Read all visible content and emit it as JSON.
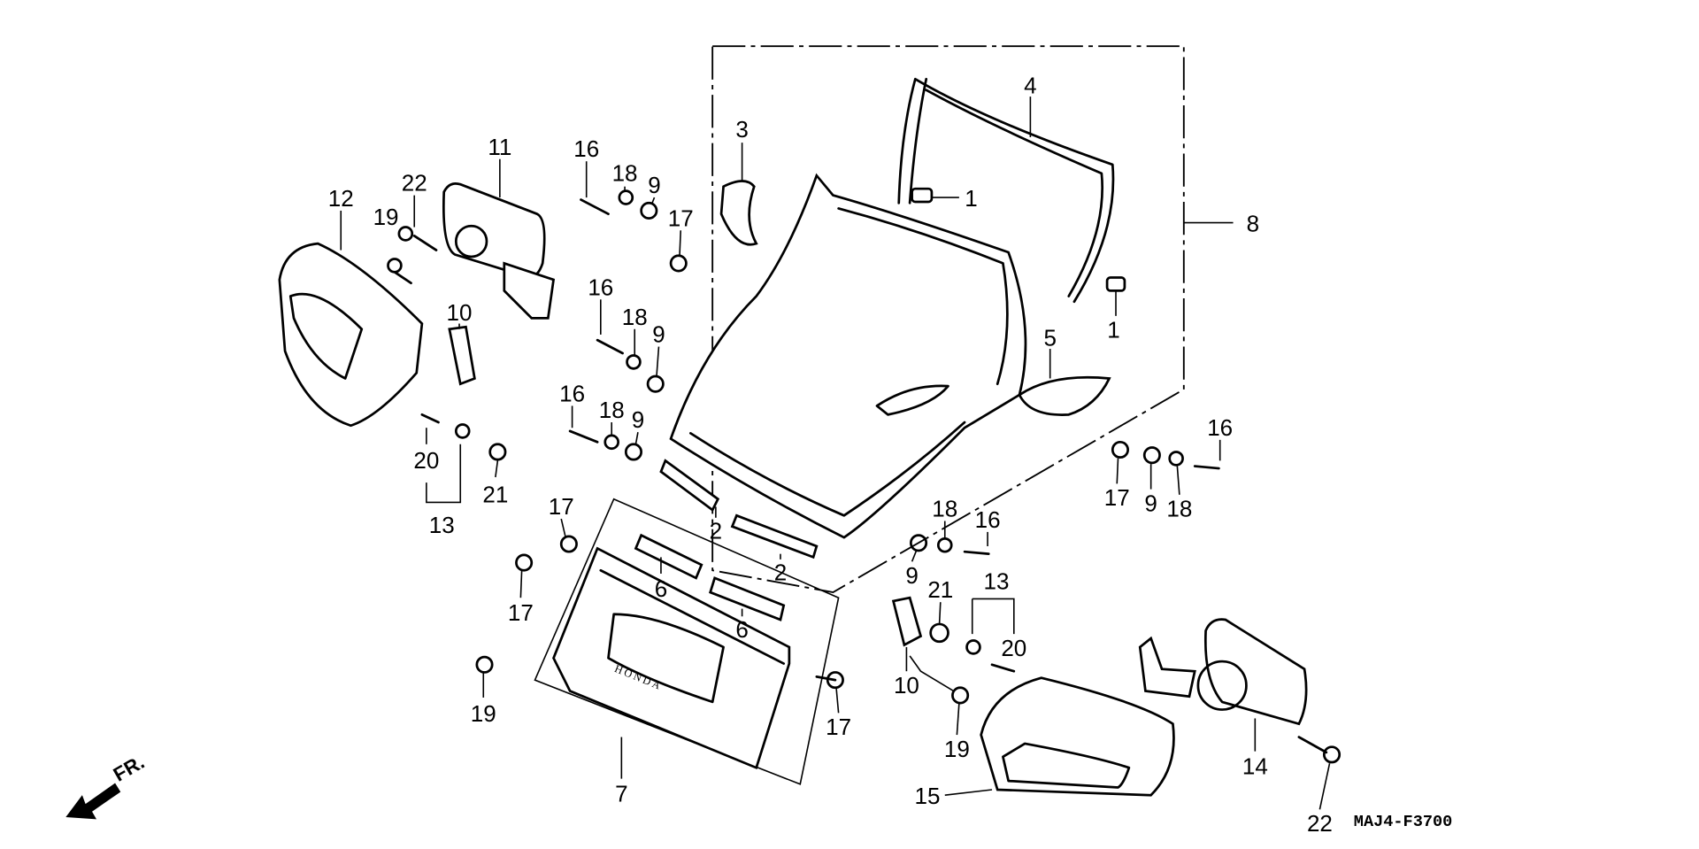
{
  "labels": {
    "p1a": "1",
    "p1b": "1",
    "p2a": "2",
    "p2b": "2",
    "p3": "3",
    "p4": "4",
    "p5": "5",
    "p6a": "6",
    "p6b": "6",
    "p7": "7",
    "p8": "8",
    "p9a": "9",
    "p9b": "9",
    "p9c": "9",
    "p9d": "9",
    "p9e": "9",
    "p10a": "10",
    "p10b": "10",
    "p11": "11",
    "p12": "12",
    "p13a": "13",
    "p13b": "13",
    "p14": "14",
    "p15": "15",
    "p16a": "16",
    "p16b": "16",
    "p16c": "16",
    "p16d": "16",
    "p16e": "16",
    "p17a": "17",
    "p17b": "17",
    "p17c": "17",
    "p17d": "17",
    "p17e": "17",
    "p18a": "18",
    "p18b": "18",
    "p18c": "18",
    "p18d": "18",
    "p18e": "18",
    "p19a": "19",
    "p19b": "19",
    "p19c": "19",
    "p20a": "20",
    "p20b": "20",
    "p21a": "21",
    "p21b": "21",
    "p22a": "22",
    "p22b": "22"
  },
  "front_arrow": "FR.",
  "brand_mark": "HONDA",
  "diagram_code": "MAJ4-F3700"
}
